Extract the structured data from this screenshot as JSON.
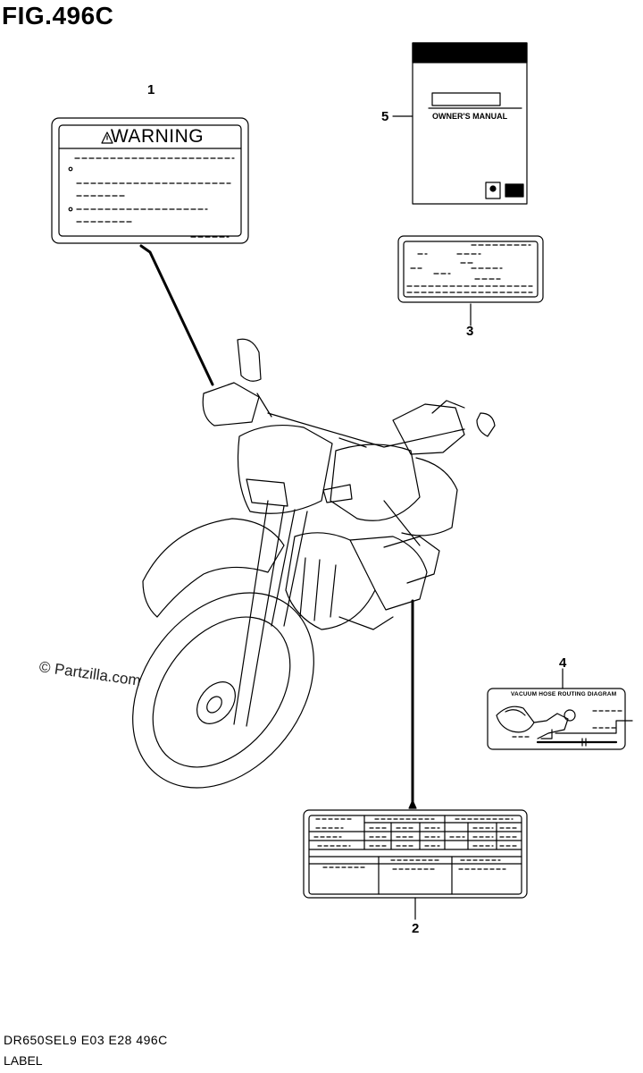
{
  "figure": {
    "title": "FIG.496C",
    "code": "DR650SEL9  E03  E28  496C",
    "category": "LABEL",
    "watermark": "© Partzilla.com"
  },
  "callouts": [
    "1",
    "2",
    "3",
    "4",
    "5"
  ],
  "labels": {
    "warning": {
      "heading": "WARNING",
      "icon": "warning-triangle-icon"
    },
    "owners_manual": {
      "title": "OWNER'S MANUAL",
      "logo": "suzuki-logo-icon"
    },
    "vacuum_hose": {
      "title": "VACUUM HOSE ROUTING DIAGRAM"
    }
  }
}
